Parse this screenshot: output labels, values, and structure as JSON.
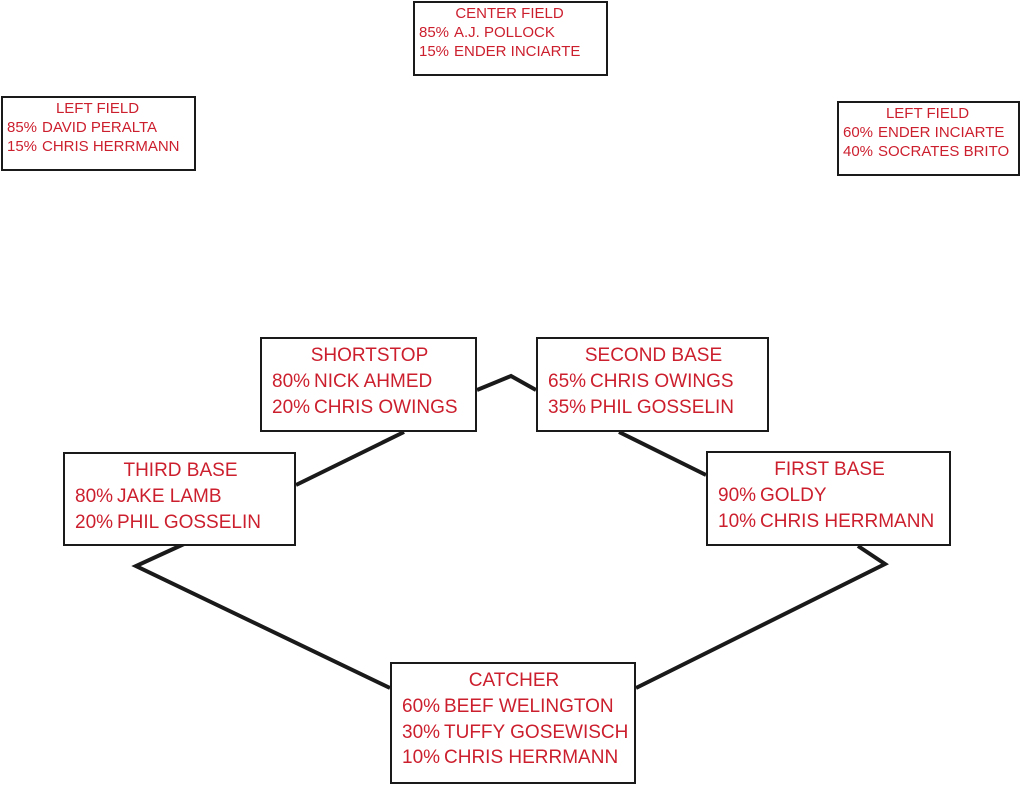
{
  "positions": {
    "center_field": {
      "title": "CENTER FIELD",
      "players": [
        {
          "pct": "85%",
          "name": "A.J. POLLOCK"
        },
        {
          "pct": "15%",
          "name": "ENDER INCIARTE"
        }
      ]
    },
    "left_field": {
      "title": "LEFT FIELD",
      "players": [
        {
          "pct": "85%",
          "name": "DAVID PERALTA"
        },
        {
          "pct": "15%",
          "name": "CHRIS HERRMANN"
        }
      ]
    },
    "right_field": {
      "title": "LEFT FIELD",
      "players": [
        {
          "pct": "60%",
          "name": "ENDER INCIARTE"
        },
        {
          "pct": "40%",
          "name": "SOCRATES BRITO"
        }
      ]
    },
    "shortstop": {
      "title": "SHORTSTOP",
      "players": [
        {
          "pct": "80%",
          "name": "NICK AHMED"
        },
        {
          "pct": "20%",
          "name": "CHRIS OWINGS"
        }
      ]
    },
    "second_base": {
      "title": "SECOND BASE",
      "players": [
        {
          "pct": "65%",
          "name": "CHRIS OWINGS"
        },
        {
          "pct": "35%",
          "name": "PHIL GOSSELIN"
        }
      ]
    },
    "third_base": {
      "title": "THIRD BASE",
      "players": [
        {
          "pct": "80%",
          "name": "JAKE LAMB"
        },
        {
          "pct": "20%",
          "name": "PHIL GOSSELIN"
        }
      ]
    },
    "first_base": {
      "title": "FIRST BASE",
      "players": [
        {
          "pct": "90%",
          "name": "GOLDY"
        },
        {
          "pct": "10%",
          "name": "CHRIS HERRMANN"
        }
      ]
    },
    "catcher": {
      "title": "CATCHER",
      "players": [
        {
          "pct": "60%",
          "name": "BEEF WELINGTON"
        },
        {
          "pct": "30%",
          "name": "TUFFY GOSEWISCH"
        },
        {
          "pct": "10%",
          "name": "CHRIS HERRMANN"
        }
      ]
    }
  },
  "colors": {
    "text": "#cc1f2e",
    "lines": "#1a1a1a",
    "background": "#ffffff"
  }
}
